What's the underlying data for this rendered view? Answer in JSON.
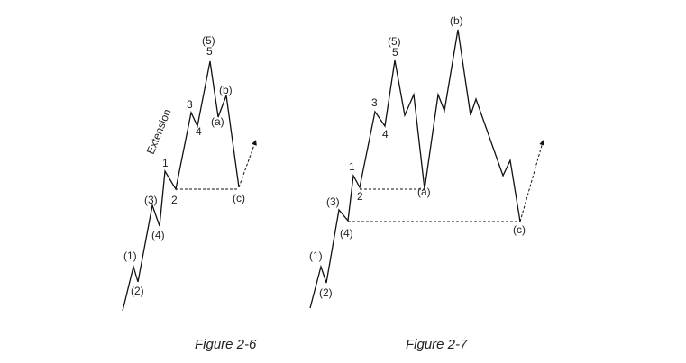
{
  "figure_6": {
    "caption": "Figure 2-6",
    "extension_label": "Extension",
    "labels": {
      "w1": "(1)",
      "w2": "(2)",
      "w3": "(3)",
      "w4": "(4)",
      "w5": "(5)",
      "s1": "1",
      "s2": "2",
      "s3": "3",
      "s4": "4",
      "s5": "5",
      "a": "(a)",
      "b": "(b)",
      "c": "(c)"
    }
  },
  "figure_7": {
    "caption": "Figure 2-7",
    "labels": {
      "w1": "(1)",
      "w2": "(2)",
      "w3": "(3)",
      "w4": "(4)",
      "w5": "(5)",
      "s1": "1",
      "s2": "2",
      "s3": "3",
      "s4": "4",
      "s5": "5",
      "a": "(a)",
      "b": "(b)",
      "c": "(c)"
    }
  }
}
